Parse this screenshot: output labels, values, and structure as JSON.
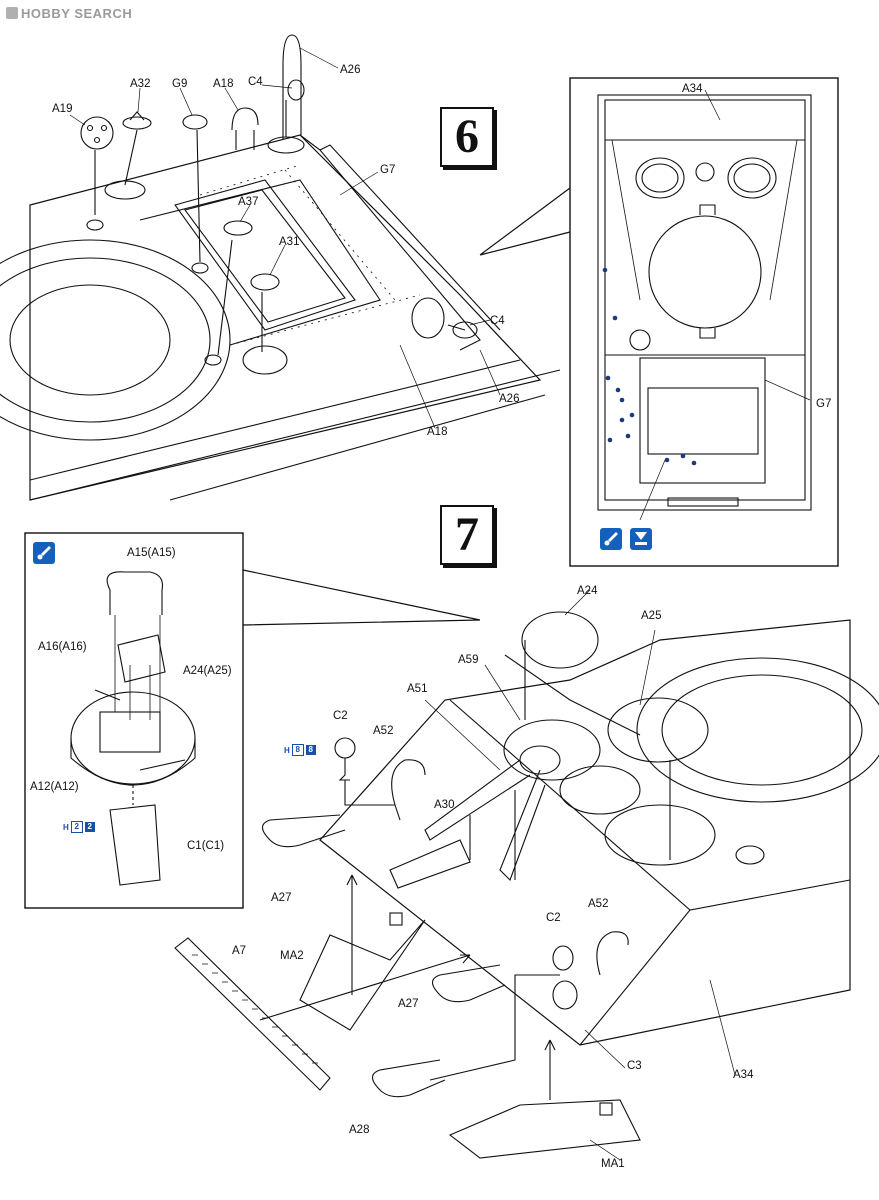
{
  "header": {
    "logo_text": "HOBBY SEARCH"
  },
  "steps": {
    "six": "6",
    "seven": "7"
  },
  "step6_labels": {
    "A19": "A19",
    "A32": "A32",
    "G9": "G9",
    "A18_top": "A18",
    "C4_top": "C4",
    "A26_top": "A26",
    "G7_main": "G7",
    "A37": "A37",
    "A31": "A31",
    "C4_right": "C4",
    "A26_right": "A26",
    "A18_bottom": "A18",
    "A34_inset": "A34",
    "G7_inset": "G7"
  },
  "step7_labels": {
    "A15": "A15(A15)",
    "A16": "A16(A16)",
    "A24_inset": "A24(A25)",
    "A12": "A12(A12)",
    "C1": "C1(C1)",
    "A24": "A24",
    "A25": "A25",
    "A59": "A59",
    "A51": "A51",
    "C2_top": "C2",
    "A52_top": "A52",
    "A30": "A30",
    "A27_left": "A27",
    "MA2": "MA2",
    "A7": "A7",
    "C2_bottom": "C2",
    "A52_bottom": "A52",
    "A27_mid": "A27",
    "C3": "C3",
    "A34": "A34",
    "A28": "A28",
    "MA1": "MA1"
  },
  "badges": {
    "c2_h": "H",
    "c2_n1": "8",
    "c2_n2": "8",
    "c1_h": "H",
    "c1_n1": "2",
    "c1_n2": "2"
  },
  "colors": {
    "accent_blue": "#1560bd",
    "ink": "#111111"
  },
  "icons": [
    "paint-brush-icon",
    "paint-drip-icon",
    "hobby-search-logo-icon"
  ]
}
